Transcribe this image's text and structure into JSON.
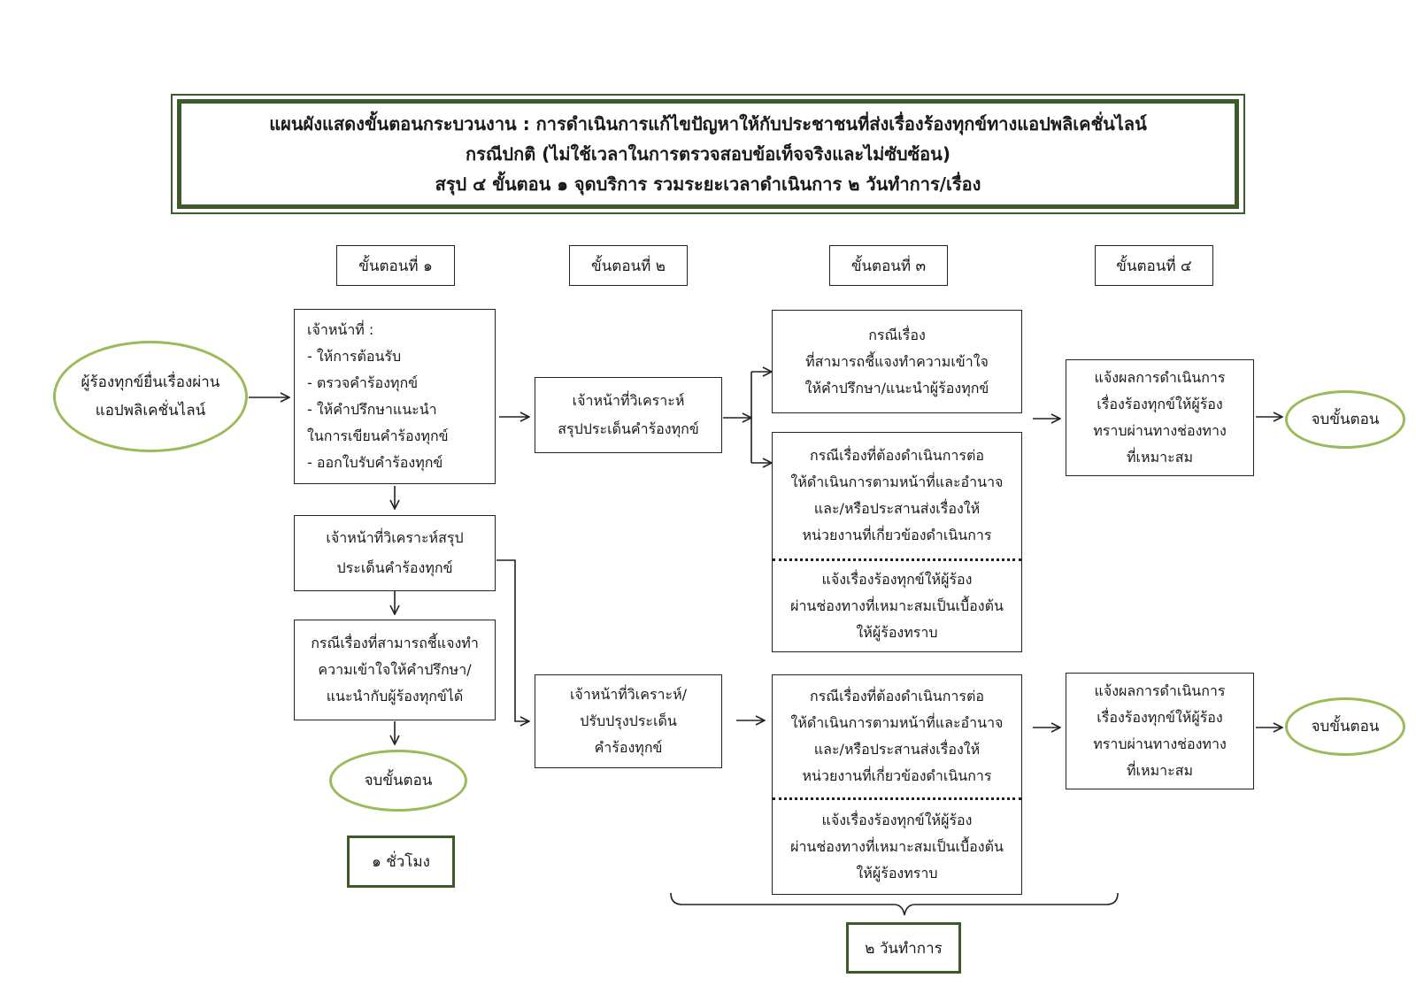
{
  "title": {
    "line1": "แผนผังแสดงขั้นตอนกระบวนงาน : การดำเนินการแก้ไขปัญหาให้กับประชาชนที่ส่งเรื่องร้องทุกข์ทางแอปพลิเคชั่นไลน์",
    "line2": "กรณีปกติ (ไม่ใช้เวลาในการตรวจสอบข้อเท็จจริงและไม่ซับซ้อน)",
    "line3": "สรุป ๔ ขั้นตอน ๑ จุดบริการ รวมระยะเวลาดำเนินการ ๒ วันทำการ/เรื่อง"
  },
  "steps": [
    "ขั้นตอนที่ ๑",
    "ขั้นตอนที่ ๒",
    "ขั้นตอนที่ ๓",
    "ขั้นตอนที่ ๔"
  ],
  "start": {
    "lines": [
      "ผู้ร้องทุกข์ยื่นเรื่องผ่าน",
      "แอปพลิเคชั่นไลน์"
    ]
  },
  "officer_tasks": [
    "เจ้าหน้าที่ :",
    "- ให้การต้อนรับ",
    "- ตรวจคำร้องทุกข์",
    "- ให้คำปรึกษาแนะนำ",
    "ในการเขียนคำร้องทุกข์",
    "- ออกใบรับคำร้องทุกข์"
  ],
  "analyze_box": [
    "เจ้าหน้าที่วิเคราะห์สรุป",
    "ประเด็นคำร้องทุกข์"
  ],
  "explain_box": [
    "กรณีเรื่องที่สามารถชี้แจงทำ",
    "ความเข้าใจให้คำปรึกษา/",
    "แนะนำกับผู้ร้องทุกข์ได้"
  ],
  "end_label": "จบขั้นตอน",
  "time_1": "๑ ชั่วโมง",
  "time_2": "๒ วันทำการ",
  "step2_top": [
    "เจ้าหน้าที่วิเคราะห์",
    "สรุปประเด็นคำร้องทุกข์"
  ],
  "step2_bottom": [
    "เจ้าหน้าที่วิเคราะห์/",
    "ปรับปรุงประเด็น",
    "คำร้องทุกข์"
  ],
  "step3_explain": [
    "กรณีเรื่อง",
    "ที่สามารถชี้แจงทำความเข้าใจ",
    "ให้คำปรึกษา/แนะนำผู้ร้องทุกข์"
  ],
  "step3_action": [
    "กรณีเรื่องที่ต้องดำเนินการต่อ",
    "ให้ดำเนินการตามหน้าที่และอำนาจ",
    "และ/หรือประสานส่งเรื่องให้",
    "หน่วยงานที่เกี่ยวข้องดำเนินการ"
  ],
  "step3_notify": [
    "แจ้งเรื่องร้องทุกข์ให้ผู้ร้อง",
    "ผ่านช่องทางที่เหมาะสมเป็นเบื้องต้น",
    "ให้ผู้ร้องทราบ"
  ],
  "step4_result": [
    "แจ้งผลการดำเนินการ",
    "เรื่องร้องทุกข์ให้ผู้ร้อง",
    "ทราบผ่านทางช่องทาง",
    "ที่เหมาะสม"
  ],
  "colors": {
    "frame": "#3d5a2a",
    "oval": "#9bba59",
    "line": "#222222"
  }
}
